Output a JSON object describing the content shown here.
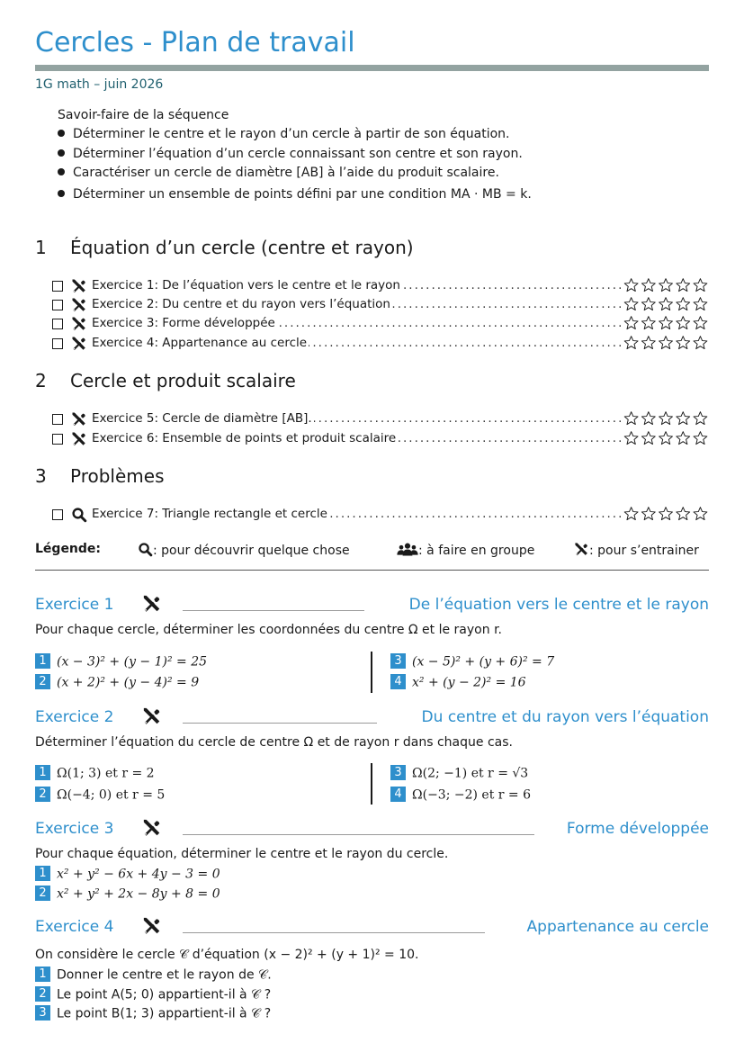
{
  "header": {
    "title": "Cercles - Plan de travail",
    "subtitle": "1G math – juin 2026"
  },
  "skills": {
    "title": "Savoir-faire de la séquence",
    "items": [
      "Déterminer le centre et le rayon d’un cercle à partir de son équation.",
      "Déterminer l’équation d’un cercle connaissant son centre et son rayon.",
      "Caractériser un cercle de diamètre [AB] à l’aide du produit scalaire.",
      "Déterminer un ensemble de points défini par une condition MA · MB = k."
    ]
  },
  "sections": [
    {
      "num": "1",
      "title": "Équation d’un cercle (centre et rayon)",
      "exercises": [
        {
          "icon": "tools-icon",
          "label": "Exercice 1: De l’équation vers le centre et le rayon"
        },
        {
          "icon": "tools-icon",
          "label": "Exercice 2: Du centre et du rayon vers l’équation"
        },
        {
          "icon": "tools-icon",
          "label": "Exercice 3: Forme développée"
        },
        {
          "icon": "tools-icon",
          "label": "Exercice 4: Appartenance au cercle"
        }
      ]
    },
    {
      "num": "2",
      "title": "Cercle et produit scalaire",
      "exercises": [
        {
          "icon": "tools-icon",
          "label": "Exercice 5: Cercle de diamètre [AB]."
        },
        {
          "icon": "tools-icon",
          "label": "Exercice 6: Ensemble de points et produit scalaire"
        }
      ]
    },
    {
      "num": "3",
      "title": "Problèmes",
      "exercises": [
        {
          "icon": "search-icon",
          "label": "Exercice 7: Triangle rectangle et cercle"
        }
      ]
    }
  ],
  "legend": {
    "title": "Légende:",
    "discover": ": pour découvrir quelque chose",
    "group": ": à faire en groupe",
    "practice": ": pour s’entrainer"
  },
  "exercise_blocks": [
    {
      "title": "Exercice 1",
      "heading": "De l’équation vers le centre et le rayon",
      "statement": "Pour chaque cercle, déterminer les coordonnées du centre Ω et le rayon r.",
      "items": [
        {
          "n": "1",
          "text": "(x − 3)² + (y − 1)² = 25"
        },
        {
          "n": "2",
          "text": "(x + 2)² + (y − 4)² = 9"
        },
        {
          "n": "3",
          "text": "(x − 5)² + (y + 6)² = 7"
        },
        {
          "n": "4",
          "text": "x² + (y − 2)² = 16"
        }
      ]
    },
    {
      "title": "Exercice 2",
      "heading": "Du centre et du rayon vers l’équation",
      "statement": "Déterminer l’équation du cercle de centre Ω et de rayon r dans chaque cas.",
      "items": [
        {
          "n": "1",
          "text": "Ω(1; 3) et r = 2"
        },
        {
          "n": "2",
          "text": "Ω(−4; 0) et r = 5"
        },
        {
          "n": "3",
          "text": "Ω(2; −1) et r = √3"
        },
        {
          "n": "4",
          "text": "Ω(−3; −2) et r = 6"
        }
      ]
    },
    {
      "title": "Exercice 3",
      "heading": "Forme développée",
      "statement": "Pour chaque équation, déterminer le centre et le rayon du cercle.",
      "items": [
        {
          "n": "1",
          "text": "x² + y² − 6x + 4y − 3 = 0"
        },
        {
          "n": "2",
          "text": "x² + y² + 2x − 8y + 8 = 0"
        }
      ]
    },
    {
      "title": "Exercice 4",
      "heading": "Appartenance au cercle",
      "statement": "On considère le cercle 𝒞 d’équation (x − 2)² + (y + 1)² = 10.",
      "items": [
        {
          "n": "1",
          "text": "Donner le centre et le rayon de 𝒞."
        },
        {
          "n": "2",
          "text": "Le point A(5; 0) appartient-il à 𝒞 ?"
        },
        {
          "n": "3",
          "text": "Le point B(1; 3) appartient-il à 𝒞 ?"
        }
      ]
    }
  ],
  "colors": {
    "accent": "#2e8fcc",
    "rule": "#93a3a1"
  }
}
